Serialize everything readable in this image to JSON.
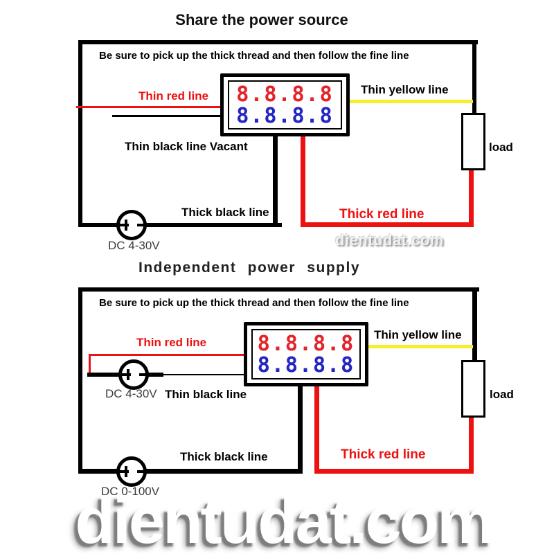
{
  "colors": {
    "red": "#ee1111",
    "yellow": "#f7ef2a",
    "digit_red": "#e3242b",
    "digit_blue": "#2525c4",
    "gray_label": "#3a3a3a"
  },
  "watermark": {
    "middle": "dientudat.com",
    "bottom": "dientudat.com"
  },
  "diagram1": {
    "title": "Share the power source",
    "note": "Be sure to pick up the thick thread and then follow the fine line",
    "display": {
      "top_row": "8.8.8.8",
      "bottom_row": "8.8.8.8"
    },
    "labels": {
      "thin_red": "Thin red line",
      "thin_black_vacant": "Thin black line Vacant",
      "thin_yellow": "Thin yellow line",
      "thick_black": "Thick black line",
      "thick_red": "Thick red line",
      "load": "load",
      "power_source": "DC 4-30V"
    }
  },
  "diagram2": {
    "title": "Independent power supply",
    "note": "Be sure to pick up the thick thread and then follow the fine line",
    "display": {
      "top_row": "8.8.8.8",
      "bottom_row": "8.8.8.8"
    },
    "labels": {
      "thin_red": "Thin red line",
      "thin_black": "Thin black line",
      "thin_yellow": "Thin yellow line",
      "thick_black": "Thick black line",
      "thick_red": "Thick red line",
      "load": "load",
      "meter_supply": "DC 4-30V",
      "main_supply": "DC 0-100V"
    }
  }
}
